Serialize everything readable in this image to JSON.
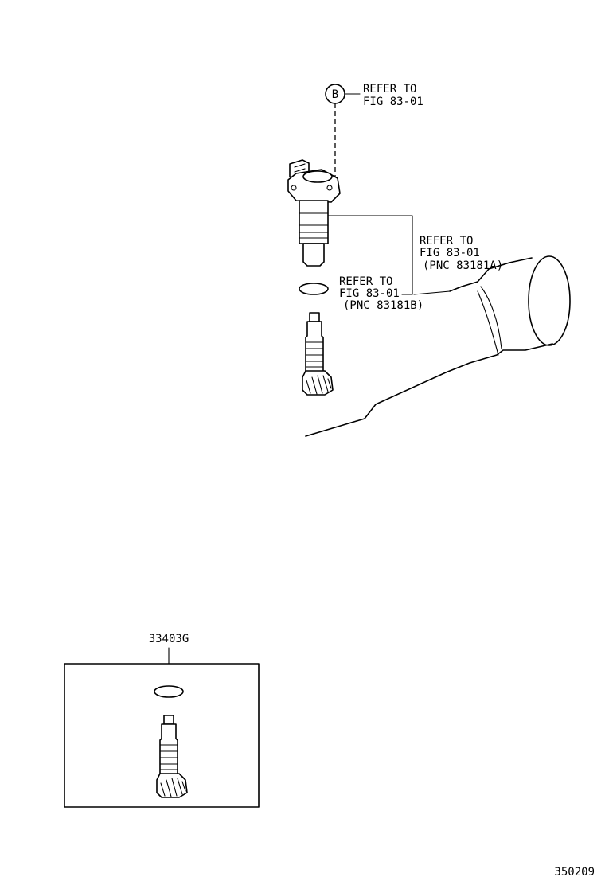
{
  "callouts": {
    "b_marker": "B",
    "b_refer_line1": "REFER TO",
    "b_refer_line2": "FIG 83-01",
    "pnc_a_line1": "REFER TO",
    "pnc_a_line2": "FIG 83-01",
    "pnc_a_line3": "(PNC 83181A)",
    "pnc_b_line1": "REFER TO",
    "pnc_b_line2": "FIG 83-01",
    "pnc_b_line3": "(PNC 83181B)"
  },
  "kit": {
    "part_number": "33403G"
  },
  "figure_id": "350209"
}
